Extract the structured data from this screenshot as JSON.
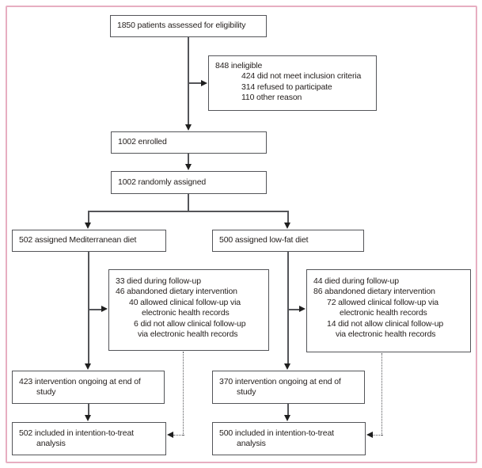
{
  "figure": {
    "kind": "trial-profile-flow-diagram",
    "colors": {
      "frame_pink": "#e7aec1",
      "box_border_gray": "#545559",
      "text": "#26211f",
      "arrow_black": "#1f1f1f",
      "background": "#ffffff"
    }
  },
  "boxes": {
    "eligibility": {
      "text": "1850 patients assessed for eligibility"
    },
    "ineligible": {
      "lines": [
        "848 ineligible",
        "424 did not meet inclusion criteria",
        "314 refused to participate",
        "110 other reason"
      ]
    },
    "enrolled": {
      "text": "1002 enrolled"
    },
    "randomized": {
      "text": "1002 randomly assigned"
    },
    "med_assigned": {
      "text": "502 assigned Mediterranean diet"
    },
    "lowfat_assigned": {
      "text": "500 assigned low-fat diet"
    },
    "med_followup": {
      "lines": [
        "33 died during follow-up",
        "46 abandoned dietary intervention",
        "40 allowed clinical follow-up via",
        "electronic health records",
        "6 did not allow clinical follow-up",
        "via electronic health records"
      ]
    },
    "lowfat_followup": {
      "lines": [
        "44 died during follow-up",
        "86 abandoned dietary intervention",
        "72 allowed clinical follow-up via",
        "electronic health records",
        "14 did not allow clinical follow-up",
        "via electronic health records"
      ]
    },
    "med_ongoing": {
      "lines": [
        "423 intervention ongoing at end of",
        "study"
      ]
    },
    "lowfat_ongoing": {
      "lines": [
        "370 intervention ongoing at end of",
        "study"
      ]
    },
    "med_itt": {
      "lines": [
        "502 included in intention-to-treat",
        "analysis"
      ]
    },
    "lowfat_itt": {
      "lines": [
        "500 included in intention-to-treat",
        "analysis"
      ]
    }
  }
}
